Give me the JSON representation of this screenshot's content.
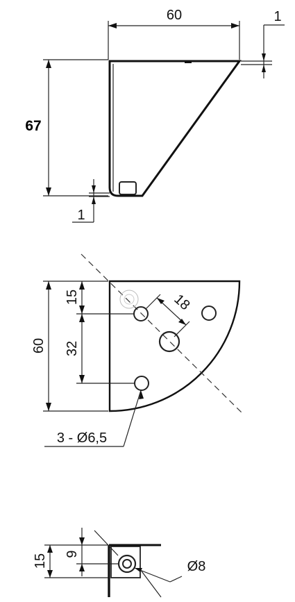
{
  "views": {
    "side": {
      "width_dim": "60",
      "thickness_top_dim": "1",
      "height_dim": "67",
      "thickness_bottom_dim": "1"
    },
    "top": {
      "height_dim": "60",
      "offset_dim": "15",
      "spacing_dim": "32",
      "diagonal_dim": "18",
      "holes_callout": "3 - Ø6,5"
    },
    "front": {
      "height_dim": "15",
      "center_dim": "9",
      "hole_dim": "Ø8"
    }
  }
}
